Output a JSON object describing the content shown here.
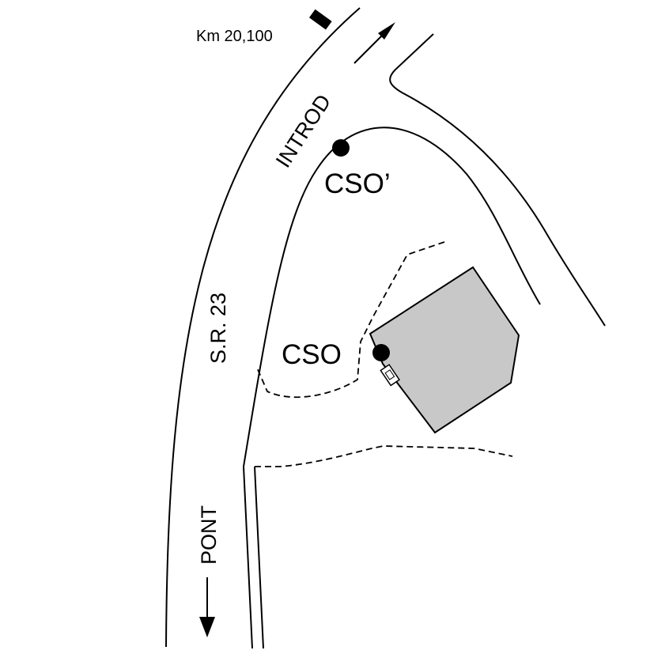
{
  "map": {
    "km_marker": "Km 20,100",
    "road_label": "S.R. 23",
    "direction_up": "INTROD",
    "direction_down": "PONT",
    "points": [
      {
        "id": "cso-prime",
        "label": "CSO’"
      },
      {
        "id": "cso",
        "label": "CSO"
      }
    ],
    "colors": {
      "lines": "#000000",
      "building_fill": "#c8c8c8",
      "background": "#ffffff"
    }
  }
}
